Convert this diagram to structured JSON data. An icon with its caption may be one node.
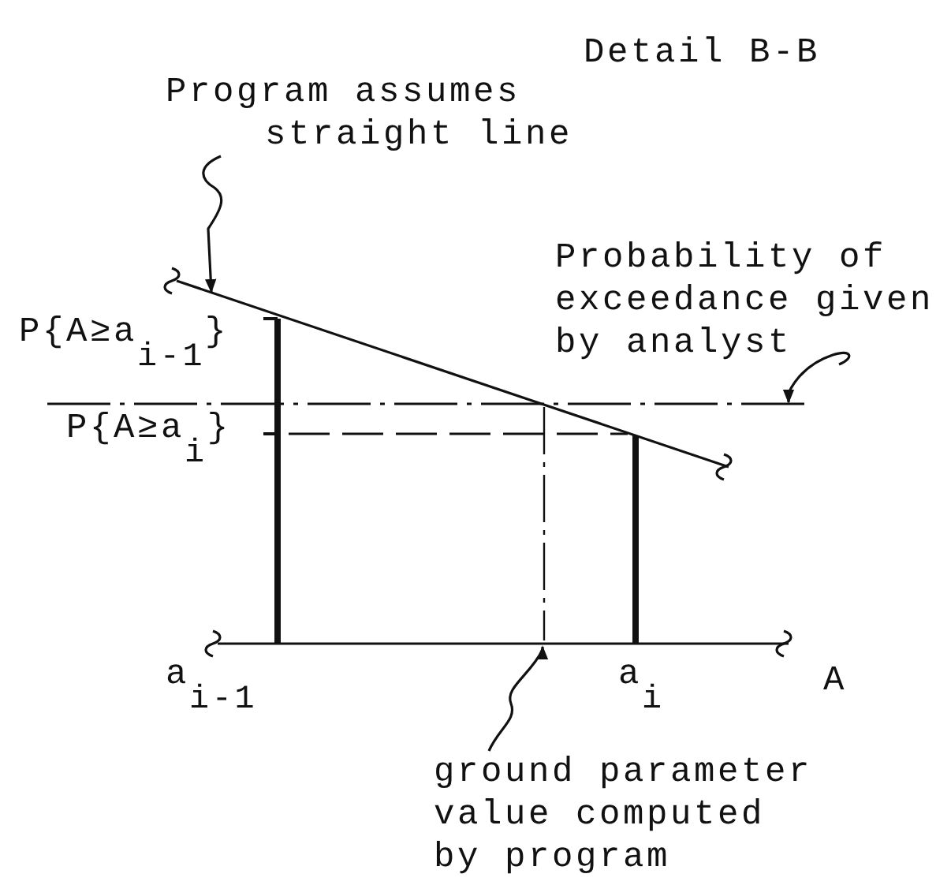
{
  "diagram": {
    "title": "Detail B-B",
    "nodes": [
      {
        "text": [
          "Program assumes straight line"
        ]
      },
      {
        "text": [],
        "shape": "line"
      },
      {
        "text": [
          "Probability of exceedance given by analyst"
        ]
      },
      {
        "text": [
          "ground parameter value computed by program"
        ]
      }
    ],
    "edges": [
      {
        "from": 0,
        "to": 1,
        "arrow": "to"
      },
      {
        "from": 2,
        "to": null,
        "arrow": "to"
      },
      {
        "from": 3,
        "to": null,
        "arrow": "to"
      }
    ],
    "labels": [
      "P{A≥a$_{i-1}$}",
      "P{A≥a$_{i}$}",
      "a$_{i-1}$",
      "a$_{i}$",
      "A"
    ]
  }
}
